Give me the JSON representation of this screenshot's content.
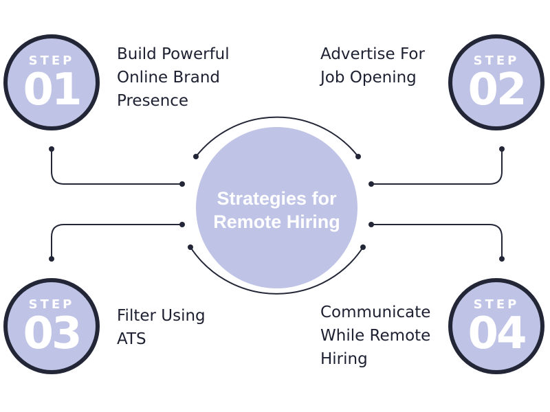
{
  "center": {
    "title": "Strategies for\nRemote Hiring"
  },
  "colors": {
    "circle_fill": "#bfc3e6",
    "circle_border": "#222636",
    "line": "#222636",
    "text": "#1d2030",
    "accent_text": "#ffffff"
  },
  "steps": [
    {
      "word": "STEP",
      "number": "01",
      "label": "Build Powerful\nOnline Brand\nPresence"
    },
    {
      "word": "STEP",
      "number": "02",
      "label": "Advertise For\nJob Opening"
    },
    {
      "word": "STEP",
      "number": "03",
      "label": "Filter Using\nATS"
    },
    {
      "word": "STEP",
      "number": "04",
      "label": "Communicate\nWhile Remote\nHiring"
    }
  ]
}
